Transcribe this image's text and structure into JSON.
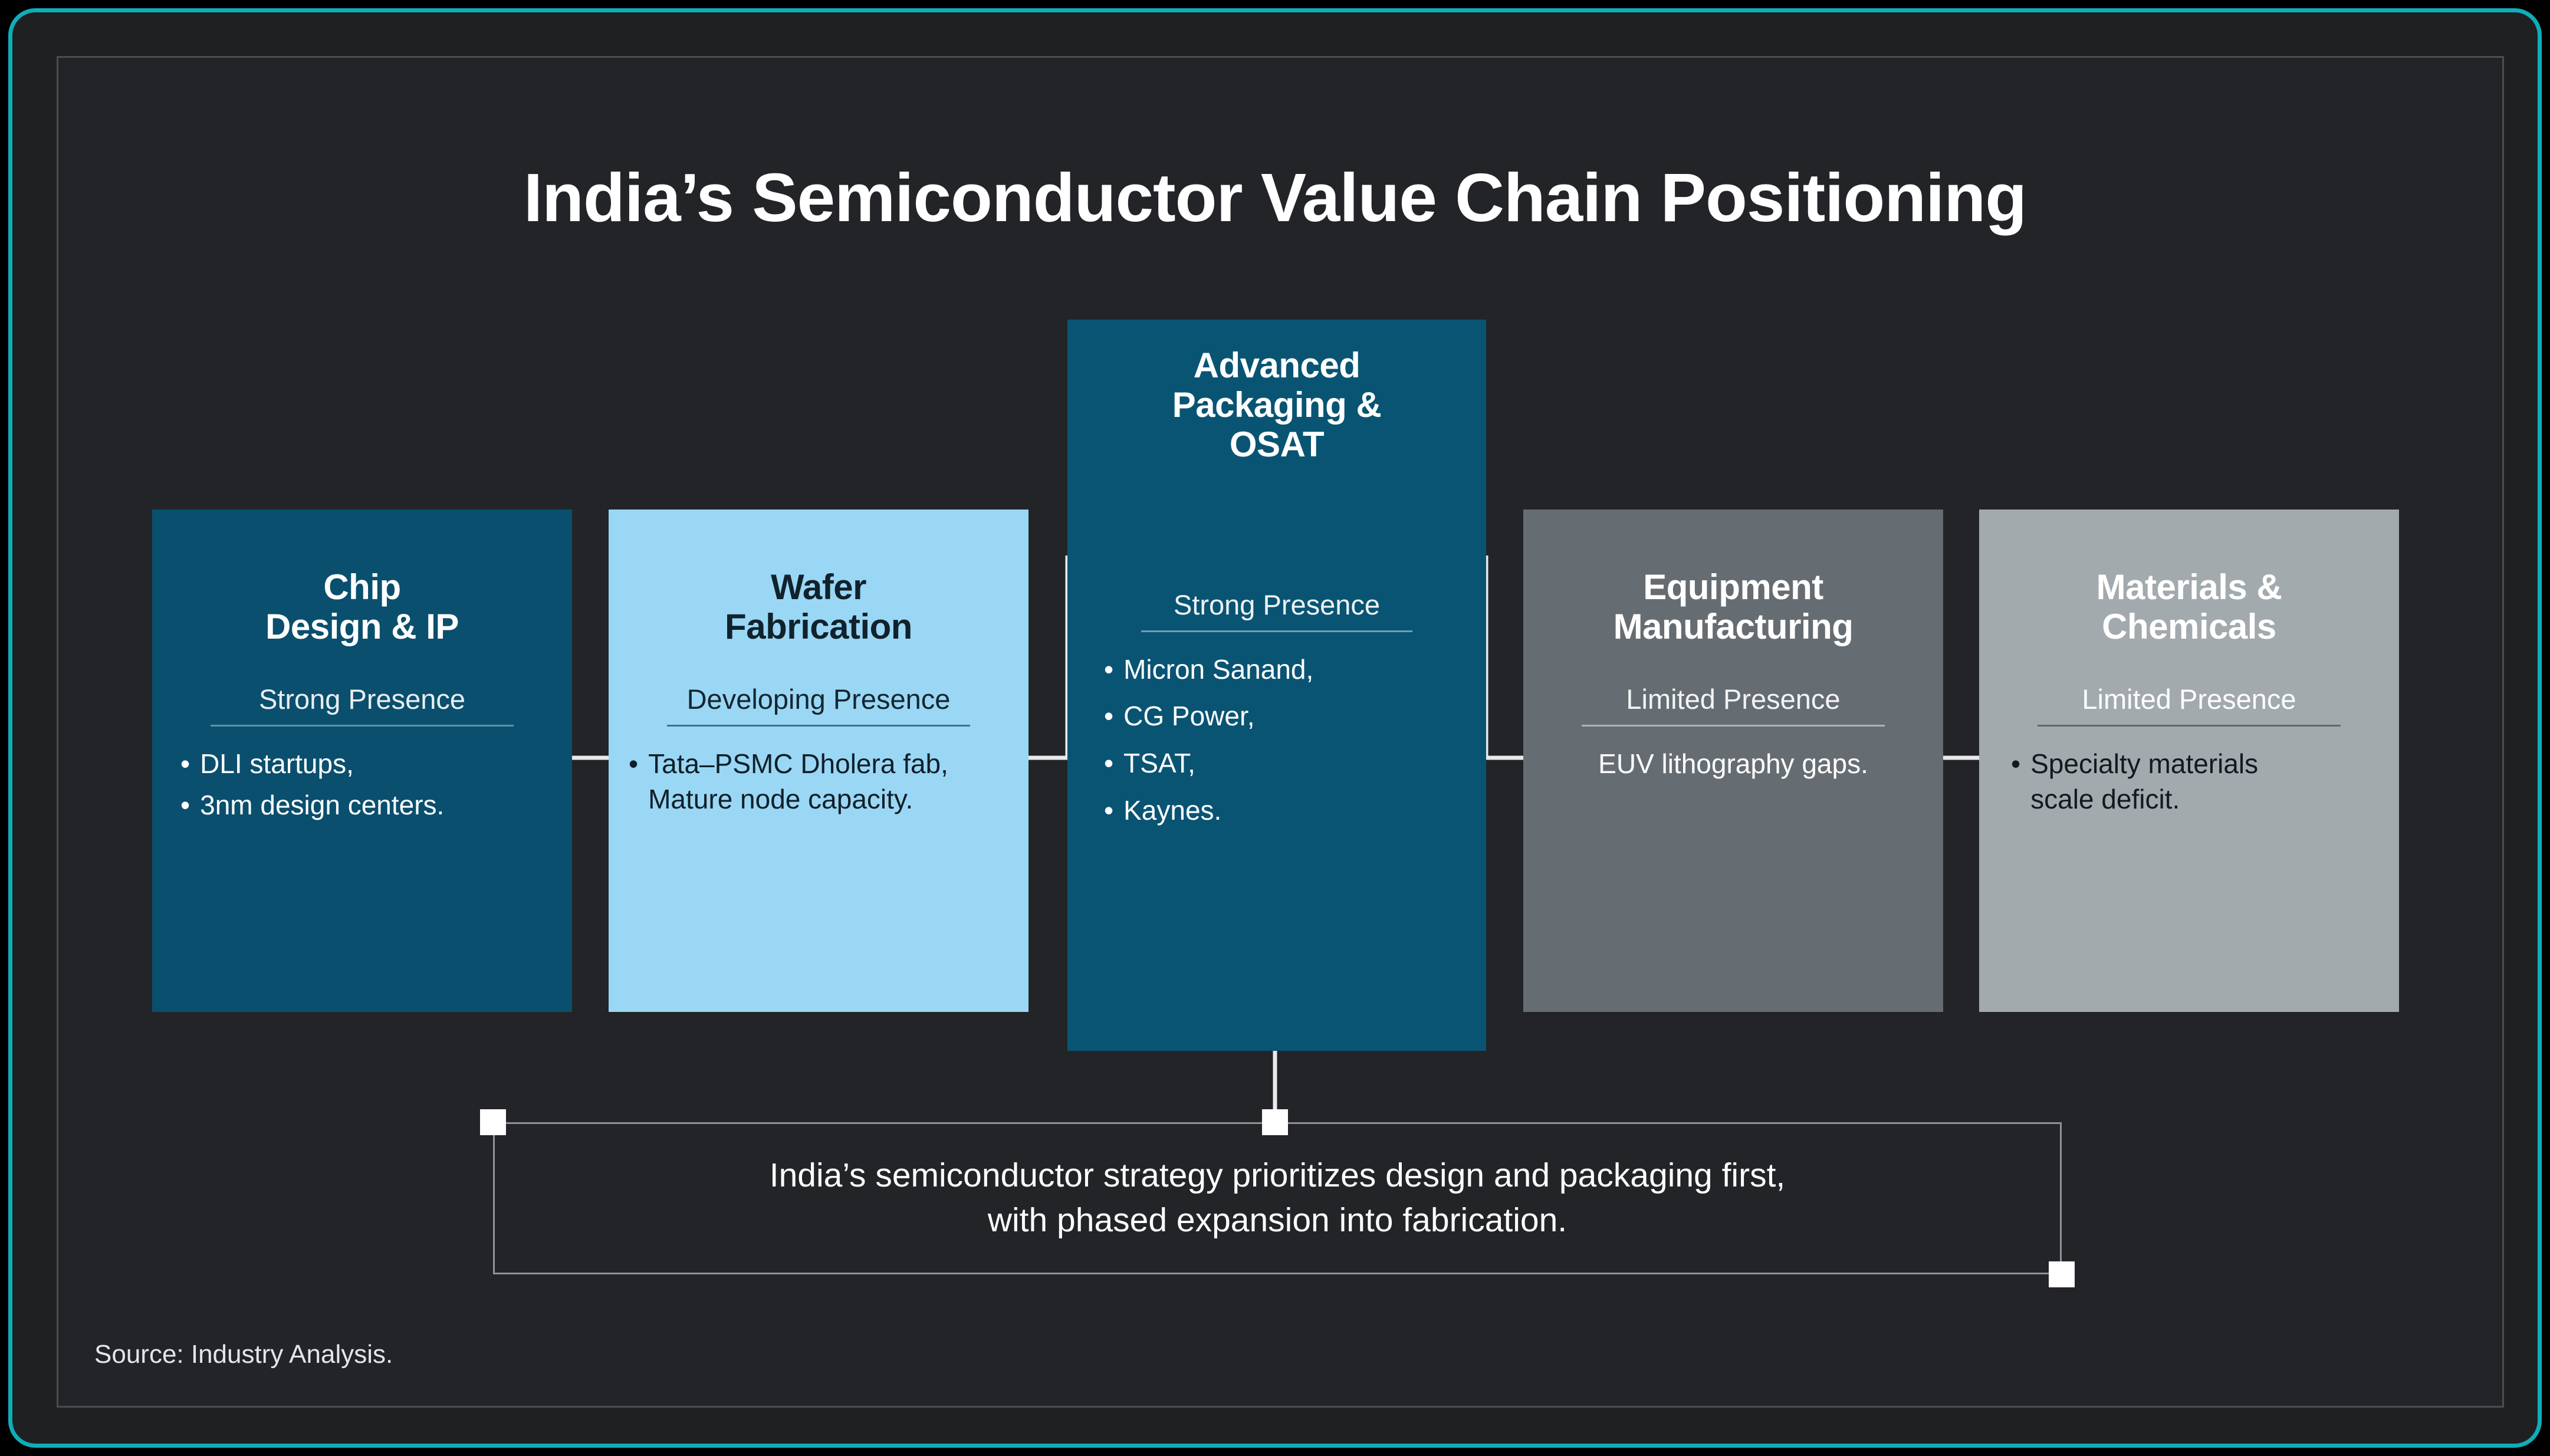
{
  "frame": {
    "accent_color": "#0fadb8"
  },
  "header": {
    "title": "India’s Semiconductor Value Chain Positioning"
  },
  "cards": [
    {
      "id": "chip-design",
      "title": "Chip\nDesign & IP",
      "status": "Strong Presence",
      "bullets": [
        "DLI startups,",
        "3nm design centers."
      ],
      "bg_color": "#0a4f6e"
    },
    {
      "id": "wafer-fabrication",
      "title": "Wafer\nFabrication",
      "status": "Developing Presence",
      "bullets": [
        "Tata–PSMC Dholera fab,\nMature node capacity."
      ],
      "bg_color": "#9ad7f5"
    },
    {
      "id": "advanced-packaging-osat",
      "title": "Advanced\nPackaging &\nOSAT",
      "status": "Strong Presence",
      "bullets": [
        "Micron Sanand,",
        "CG Power,",
        "TSAT,",
        "Kaynes."
      ],
      "bg_color": "#0a5473"
    },
    {
      "id": "equipment-manufacturing",
      "title": "Equipment\nManufacturing",
      "status": "Limited Presence",
      "plain": "EUV lithography gaps.",
      "bg_color": "#666d72"
    },
    {
      "id": "materials-chemicals",
      "title": "Materials &\nChemicals",
      "status": "Limited Presence",
      "bullets": [
        "Specialty materials\nscale deficit."
      ],
      "bg_color": "#a3aaad"
    }
  ],
  "callout": {
    "text": "India’s semiconductor strategy prioritizes design and packaging first,\nwith phased expansion into fabrication."
  },
  "footer": {
    "source": "Source: Industry Analysis."
  },
  "bullet_glyph": "•"
}
